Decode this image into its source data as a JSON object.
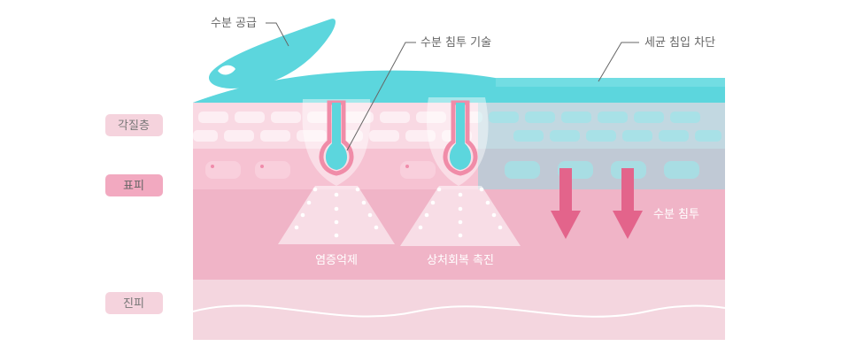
{
  "labels": {
    "moisture_supply": "수분 공급",
    "moisture_tech": "수분 침투 기술",
    "bacteria_block": "세균 침입 차단",
    "moisture_penetration": "수분 침투",
    "anti_inflammation": "염증억제",
    "wound_healing": "상처회복 촉진"
  },
  "layers": {
    "stratum_corneum": "각질층",
    "epidermis": "표피",
    "dermis": "진피"
  },
  "colors": {
    "dermis": "#f4d6df",
    "epidermis": "#f0b4c7",
    "epidermis_top": "#f6c2d2",
    "stratum": "#f9d9e3",
    "cells": "#fdeef3",
    "gel": "#5cd6dd",
    "arrow": "#e3648b",
    "badge_light": "#f5d3dd",
    "badge_dark": "#f2a9c0",
    "label_text": "#666666"
  }
}
